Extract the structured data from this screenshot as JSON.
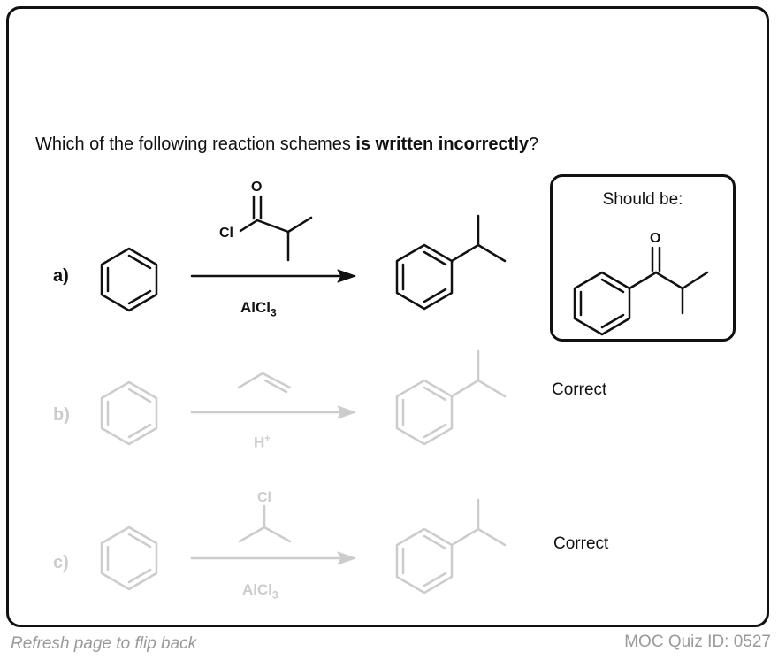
{
  "question": {
    "prefix": "Which of the following reaction schemes ",
    "emphasis": "is written incorrectly",
    "suffix": "?"
  },
  "schemes": [
    {
      "label": "a)",
      "reagent_below": "AlCl",
      "reagent_below_sub": "3",
      "acyl_atoms": {
        "carbonyl_o": "O",
        "chloride": "Cl"
      }
    },
    {
      "label": "b)",
      "reagent_below": "H",
      "reagent_below_sup": "+",
      "verdict": "Correct"
    },
    {
      "label": "c)",
      "reagent_below": "AlCl",
      "reagent_below_sub": "3",
      "reagent_atom": "Cl",
      "verdict": "Correct"
    }
  ],
  "answer_box": {
    "title": "Should be:",
    "product_atom": "O"
  },
  "footer": {
    "left": "Refresh page to flip back",
    "right": "MOC Quiz ID: 0527"
  },
  "colors": {
    "active": "#111111",
    "faded": "#cccccc",
    "footer": "#9a9a9a"
  },
  "icons": [
    "benzene-ring",
    "reaction-arrow",
    "acyl-chloride-structure",
    "propene-structure",
    "isopropyl-chloride-structure",
    "cumene-structure",
    "isobutyrophenone-structure"
  ]
}
